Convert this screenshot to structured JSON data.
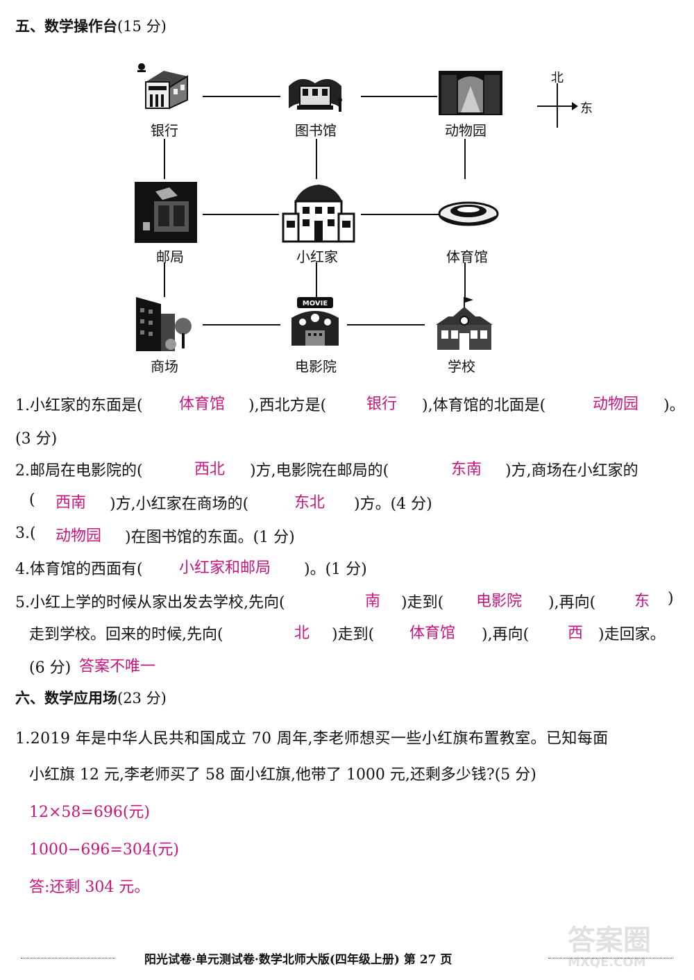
{
  "section5": {
    "title": "五、数学操作台",
    "score": "(15 分)"
  },
  "compass": {
    "north": "北",
    "east": "东"
  },
  "places": {
    "bank": "银行",
    "library": "图书馆",
    "zoo": "动物园",
    "post": "邮局",
    "home": "小红家",
    "gym": "体育馆",
    "mall": "商场",
    "cinema": "电影院",
    "school": "学校",
    "cinema_sign": "MOVIE"
  },
  "q1": {
    "a": "1.小红家的东面是(",
    "ans1": "体育馆",
    "b": "),西北方是(",
    "ans2": "银行",
    "c": "),体育馆的北面是(",
    "ans3": "动物园",
    "d": ")。",
    "score": "(3 分)"
  },
  "q2": {
    "a": "2.邮局在电影院的(",
    "ans1": "西北",
    "b": ")方,电影院在邮局的(",
    "ans2": "东南",
    "c": ")方,商场在小红家的",
    "d": "(",
    "ans3": "西南",
    "e": ")方,小红家在商场的(",
    "ans4": "东北",
    "f": ")方。(4 分)"
  },
  "q3": {
    "a": "3.(",
    "ans1": "动物园",
    "b": ")在图书馆的东面。(1 分)"
  },
  "q4": {
    "a": "4.体育馆的西面有(",
    "ans1": "小红家和邮局",
    "b": ")。(1 分)"
  },
  "q5": {
    "a": "5.小红上学的时候从家出发去学校,先向(",
    "ans1": "南",
    "b": ")走到(",
    "ans2": "电影院",
    "c": "),再向(",
    "ans3": "东",
    "d": ")",
    "e": "走到学校。回来的时候,先向(",
    "ans4": "北",
    "f": ")走到(",
    "ans5": "体育馆",
    "g": "),再向(",
    "ans6": "西",
    "h": ")走回家。",
    "score": "(6 分)",
    "note": "答案不唯一"
  },
  "section6": {
    "title": "六、数学应用场",
    "score": "(23 分)"
  },
  "p1": {
    "line1": "1.2019 年是中华人民共和国成立 70 周年,李老师想买一些小红旗布置教室。已知每面",
    "line2": "小红旗 12 元,李老师买了 58 面小红旗,他带了 1000 元,还剩多少钱?(5 分)",
    "calc1": "12×58=696(元)",
    "calc2": "1000−696=304(元)",
    "answer": "答:还剩 304 元。"
  },
  "footer": {
    "text": "阳光试卷·单元测试卷·数学北师大版(四年级上册)   第 27 页"
  },
  "watermark": {
    "line1": "答案圈",
    "line2": "MXQE.COM"
  },
  "colors": {
    "answer": "#c8147e"
  }
}
